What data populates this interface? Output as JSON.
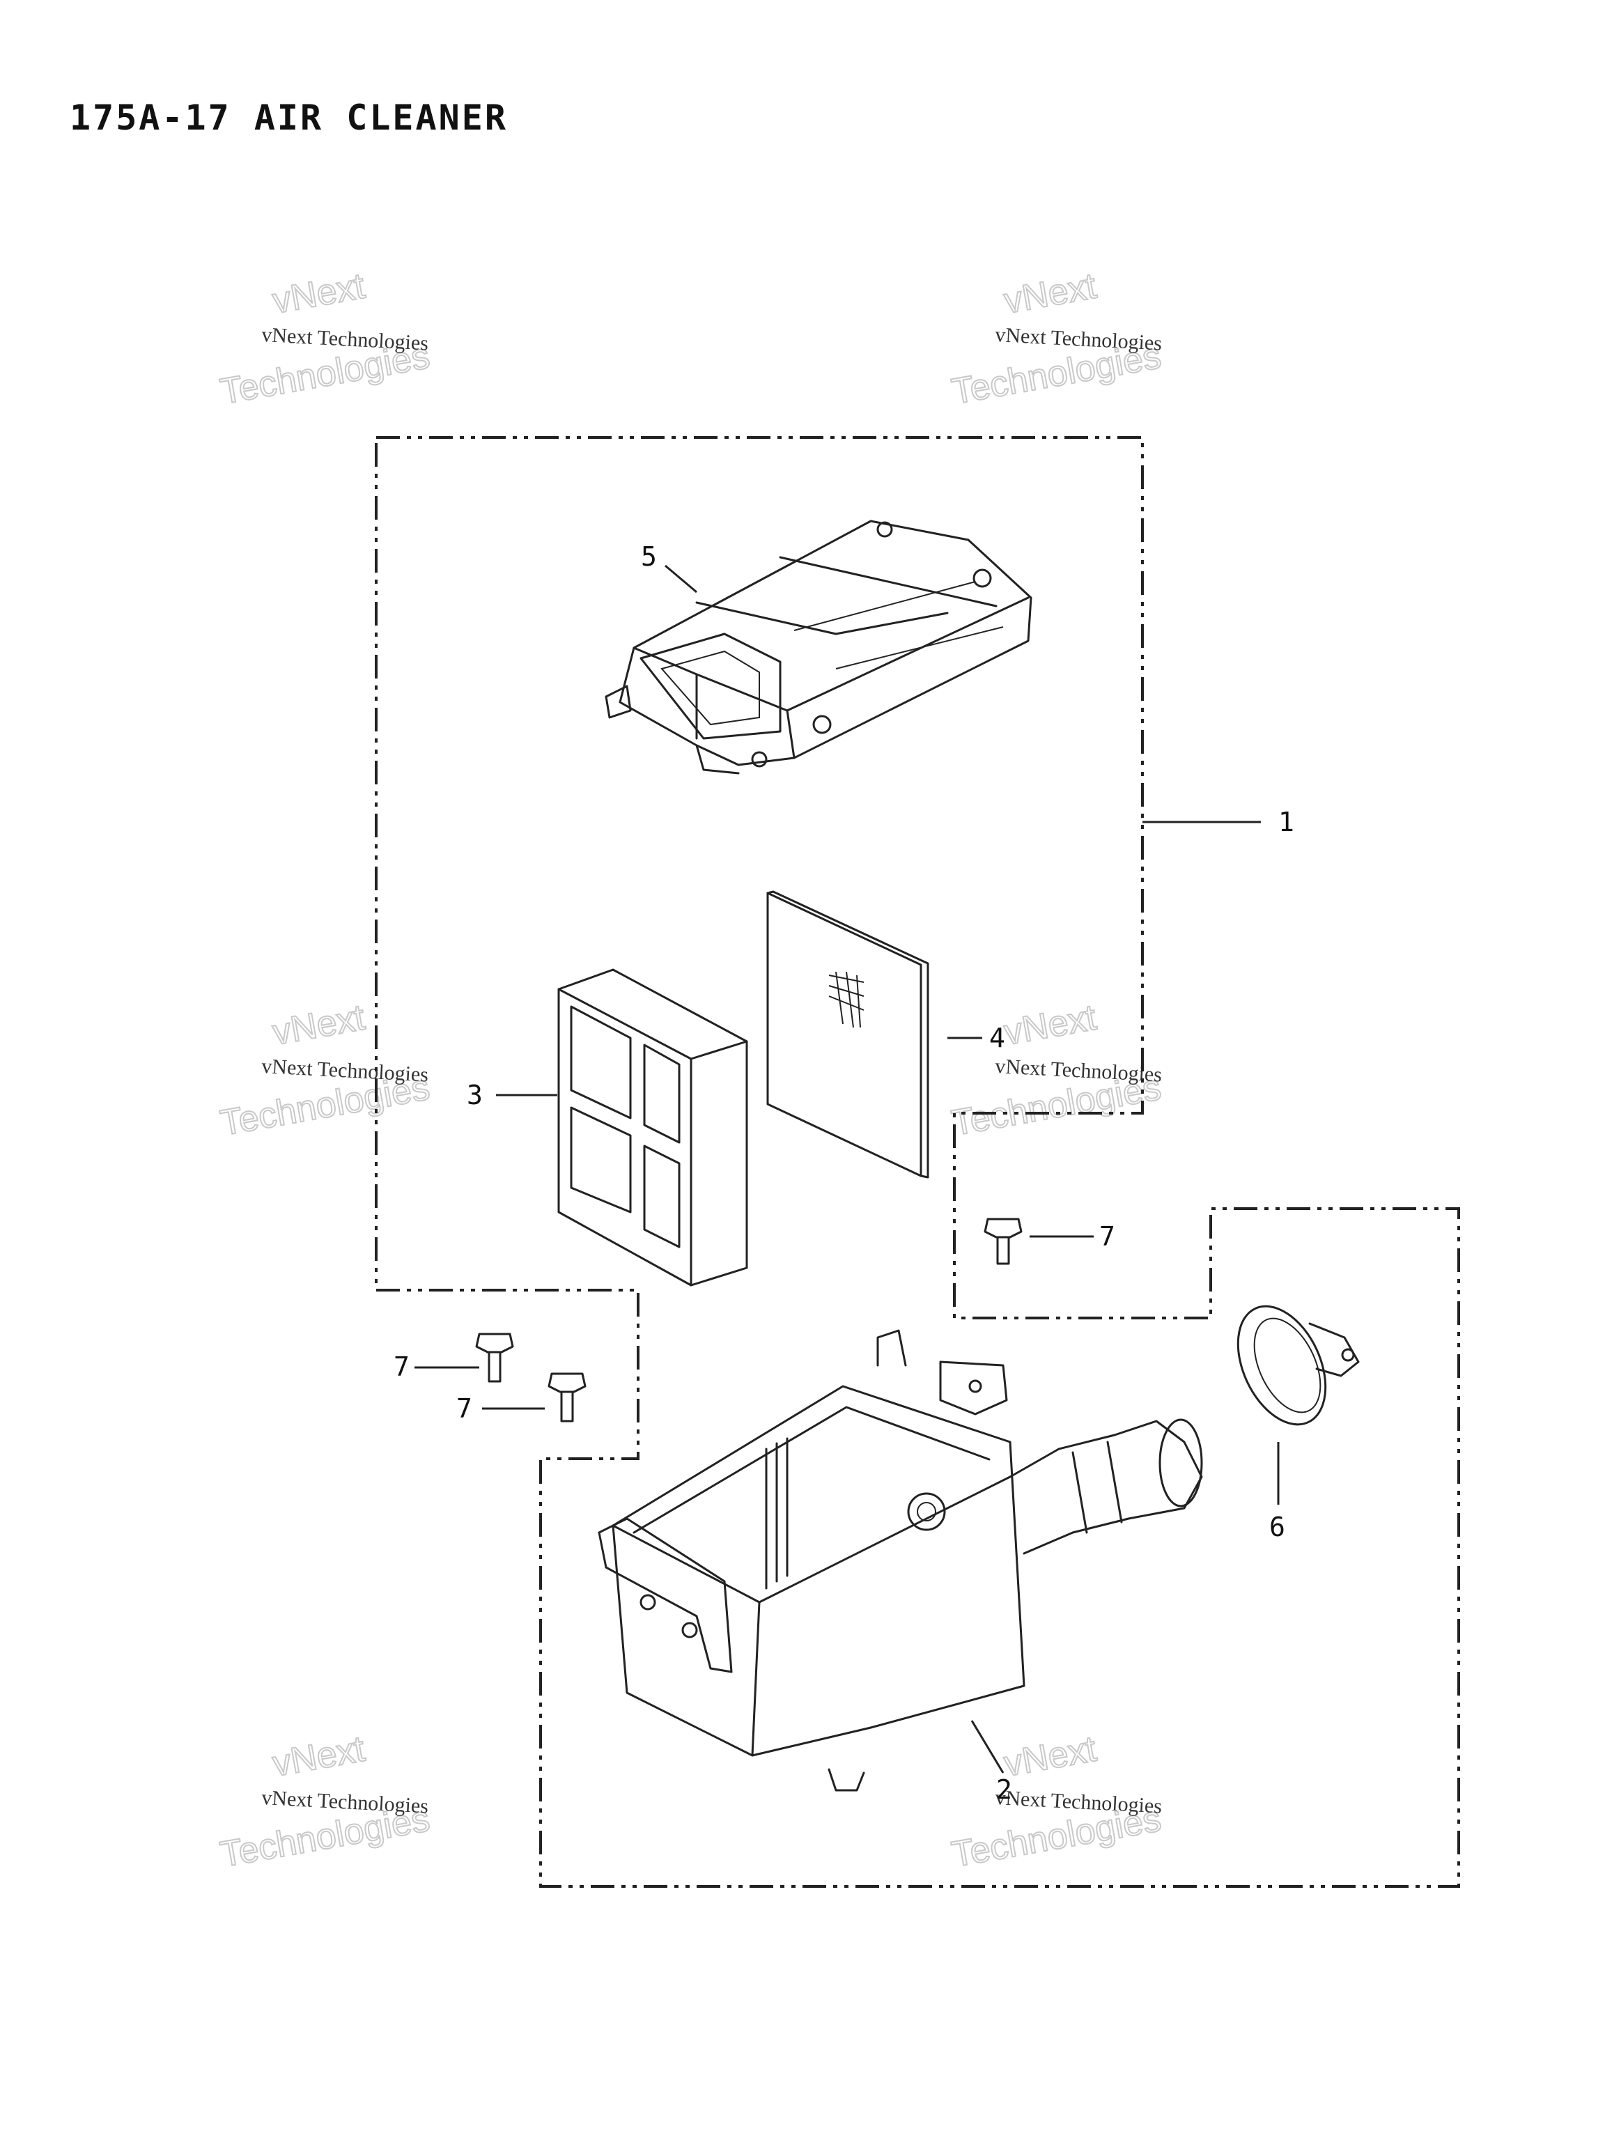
{
  "title": "175A-17 AIR CLEANER",
  "callouts": [
    "1",
    "2",
    "3",
    "4",
    "5",
    "6",
    "7",
    "7",
    "7"
  ],
  "watermark": {
    "line1": "vNext Technologies",
    "big_top": "vNext",
    "big_bottom": "Technologies"
  },
  "colors": {
    "line": "#222222",
    "background": "#ffffff",
    "watermark_big": "#c9c9c9"
  }
}
